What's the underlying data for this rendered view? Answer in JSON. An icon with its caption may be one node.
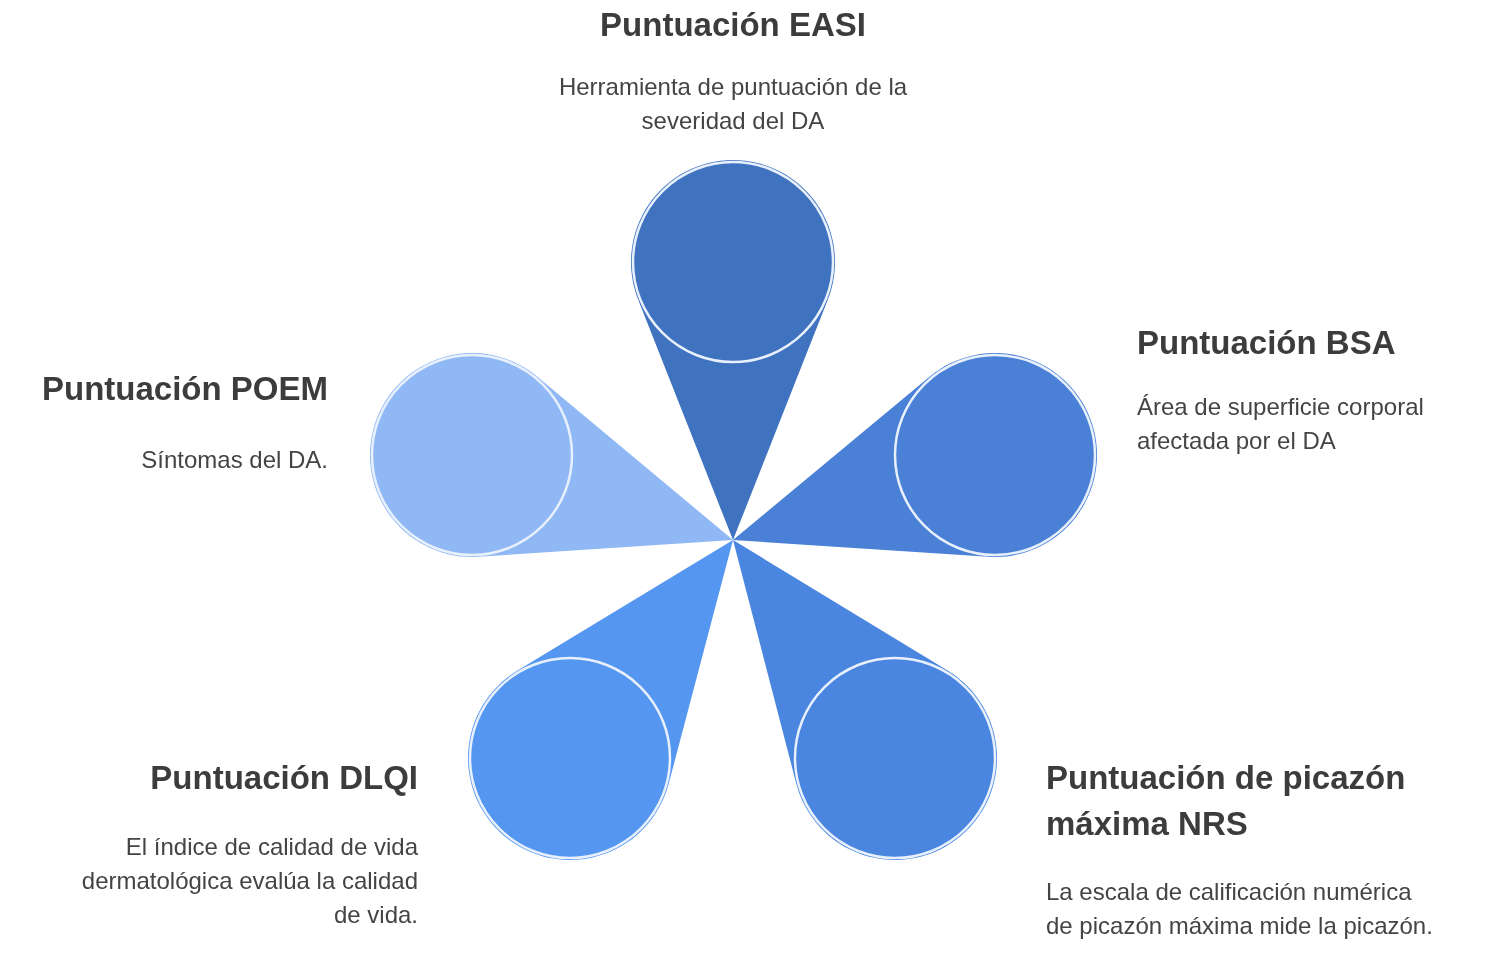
{
  "diagram": {
    "nodes": [
      {
        "text": [
          "Puntuación EASI",
          "Herramienta de puntuación de la severidad del DA"
        ]
      },
      {
        "text": [
          "Puntuación BSA",
          "Área de superficie corporal afectada por el DA"
        ]
      },
      {
        "text": [
          "Puntuación POEM",
          "Síntomas del DA."
        ]
      },
      {
        "text": [
          "Puntuación DLQI",
          "El índice de calidad de vida dermatológica evalúa la calidad de vida."
        ]
      },
      {
        "text": [
          "Puntuación de picazón máxima NRS",
          "La escala de calificación numérica de picazón máxima mide la picazón."
        ]
      }
    ]
  }
}
